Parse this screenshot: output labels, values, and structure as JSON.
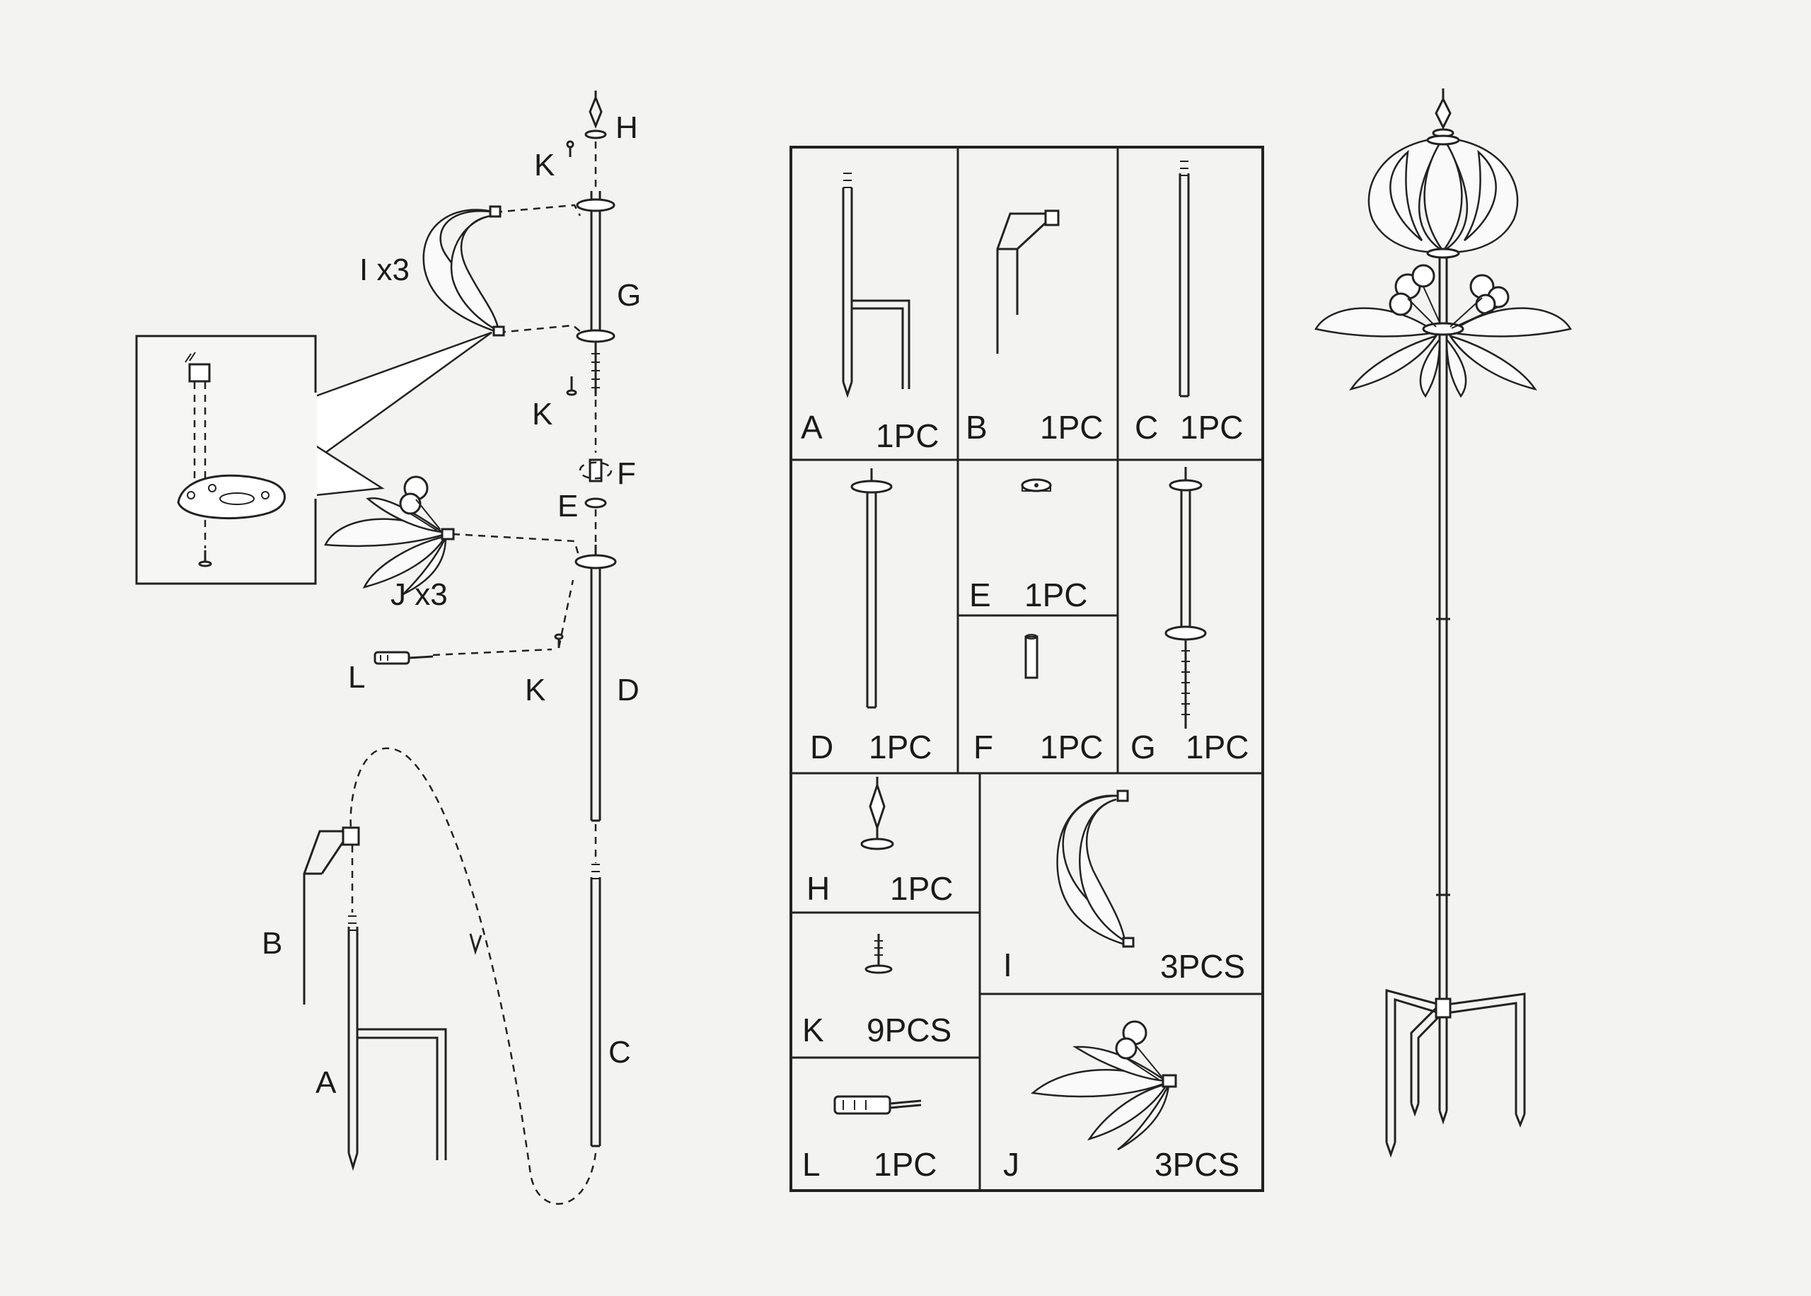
{
  "assembly": {
    "labels": {
      "H": "H",
      "K_top": "K",
      "I_x3": "I x3",
      "G": "G",
      "K_mid": "K",
      "F": "F",
      "E": "E",
      "J_x3": "J x3",
      "L": "L",
      "K_low": "K",
      "D": "D",
      "B": "B",
      "A": "A",
      "C": "C"
    }
  },
  "parts_table": {
    "cells": [
      {
        "letter": "A",
        "qty": "1PC"
      },
      {
        "letter": "B",
        "qty": "1PC"
      },
      {
        "letter": "C",
        "qty": "1PC"
      },
      {
        "letter": "D",
        "qty": "1PC"
      },
      {
        "letter": "E",
        "qty": "1PC"
      },
      {
        "letter": "F",
        "qty": "1PC"
      },
      {
        "letter": "G",
        "qty": "1PC"
      },
      {
        "letter": "H",
        "qty": "1PC"
      },
      {
        "letter": "I",
        "qty": "3PCS"
      },
      {
        "letter": "K",
        "qty": "9PCS"
      },
      {
        "letter": "L",
        "qty": "1PC"
      },
      {
        "letter": "J",
        "qty": "3PCS"
      }
    ]
  }
}
